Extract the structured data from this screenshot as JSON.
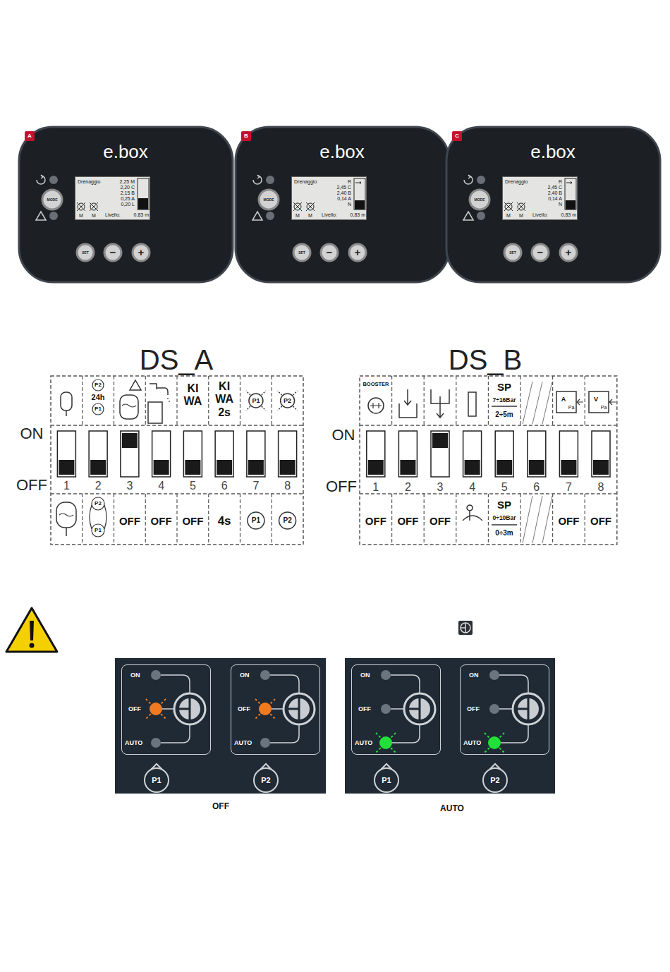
{
  "diagram": {
    "nodes": [
      {
        "text": [
          "Drenaggio",
          "2,25 M",
          "2,20 C",
          "2,15 B",
          "0,25 A",
          "0,20 L",
          "M",
          "M",
          "Livello:",
          "0,83 m"
        ]
      },
      {
        "text": [
          "Drenaggio",
          "R",
          "2,45 C",
          "2,40 B",
          "0,14 A",
          "N",
          "M",
          "M",
          "Livello:",
          "0,83 m"
        ]
      },
      {
        "text": [
          "Drenaggio",
          "R",
          "2,45 C",
          "2,40 B",
          "0,14 A",
          "N",
          "M",
          "M",
          "Livello:",
          "0,83 m"
        ]
      },
      {
        "text": [
          "ON",
          "OFF",
          "AUTO",
          "P1"
        ]
      },
      {
        "text": [
          "ON",
          "OFF",
          "AUTO",
          "P2"
        ]
      },
      {
        "text": [
          "ON",
          "OFF",
          "AUTO",
          "P1"
        ]
      },
      {
        "text": [
          "ON",
          "OFF",
          "AUTO",
          "P2"
        ]
      }
    ],
    "labels": [
      "A",
      "B",
      "C",
      "e.box",
      "e.box",
      "e.box",
      "MODE",
      "SET",
      "−",
      "+",
      "MODE",
      "SET",
      "−",
      "+",
      "MODE",
      "SET",
      "−",
      "+",
      "DS_A",
      "ON",
      "OFF",
      "1",
      "2",
      "3",
      "4",
      "5",
      "6",
      "7",
      "8",
      "P2",
      "24h",
      "P1",
      "KI WA",
      "KI WA 2s",
      "P1",
      "P2",
      "P2",
      "P1",
      "OFF",
      "OFF",
      "OFF",
      "4s",
      "P1",
      "P2",
      "DS_B",
      "ON",
      "OFF",
      "1",
      "2",
      "3",
      "4",
      "5",
      "6",
      "7",
      "8",
      "BOOSTER",
      "SP",
      "7÷16Bar",
      "2÷5m",
      "OFF",
      "OFF",
      "OFF",
      "SP",
      "0÷10Bar",
      "0÷3m",
      "OFF",
      "OFF",
      "OFF",
      "AUTO",
      "A",
      "Pa",
      "V",
      "Pa"
    ]
  }
}
